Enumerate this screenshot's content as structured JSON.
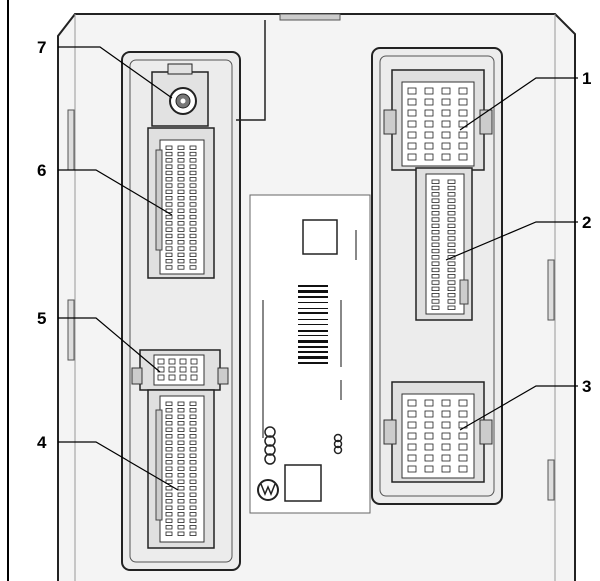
{
  "callouts": [
    {
      "id": "7",
      "label": "7"
    },
    {
      "id": "6",
      "label": "6"
    },
    {
      "id": "5",
      "label": "5"
    },
    {
      "id": "4",
      "label": "4"
    },
    {
      "id": "1",
      "label": "1"
    },
    {
      "id": "2",
      "label": "2"
    },
    {
      "id": "3",
      "label": "3"
    }
  ],
  "colors": {
    "line": "#1a1a1a",
    "housing": "#f2f2f2",
    "panel": "#e9e9e9",
    "connector": "#dcdcdc",
    "pin": "#ffffff"
  },
  "icons": [
    "antenna-socket-icon",
    "vw-logo-icon",
    "audi-rings-icon"
  ]
}
